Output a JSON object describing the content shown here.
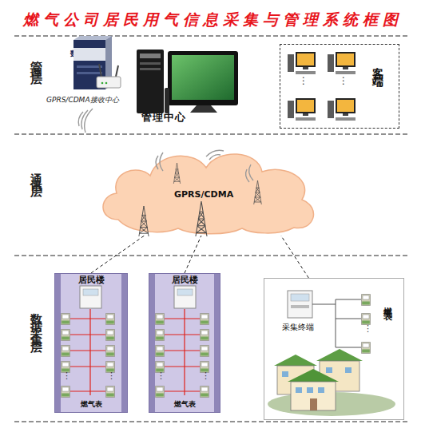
{
  "diagram": {
    "title": "燃气公司居民用气信息采集与管理系统框图",
    "nodes": [
      {
        "text": [
          "数据库系统"
        ]
      },
      {
        "text": [
          "GPRS/CDMA接收中心"
        ]
      },
      {
        "text": [
          "管理中心"
        ]
      },
      {
        "text": [
          "客户端"
        ]
      },
      {
        "text": [
          "GPRS/CDMA"
        ]
      },
      {
        "text": [
          "居民楼",
          "燃气表"
        ]
      },
      {
        "text": [
          "居民楼",
          "燃气表"
        ]
      },
      {
        "text": [
          "燃气表"
        ]
      },
      {
        "text": [
          "采集终端"
        ],
        "in": 7
      }
    ],
    "edges": [
      {
        "from": 5,
        "to": 4,
        "arrow": "none"
      },
      {
        "from": 6,
        "to": 4,
        "arrow": "none"
      },
      {
        "from": 7,
        "to": 4,
        "arrow": "none"
      }
    ],
    "labels": [
      "管理层",
      "通讯层",
      "数据采集层",
      "⋮",
      "⋮",
      "⋮",
      "⋮",
      "⋮",
      "⋮",
      "⋮"
    ]
  }
}
